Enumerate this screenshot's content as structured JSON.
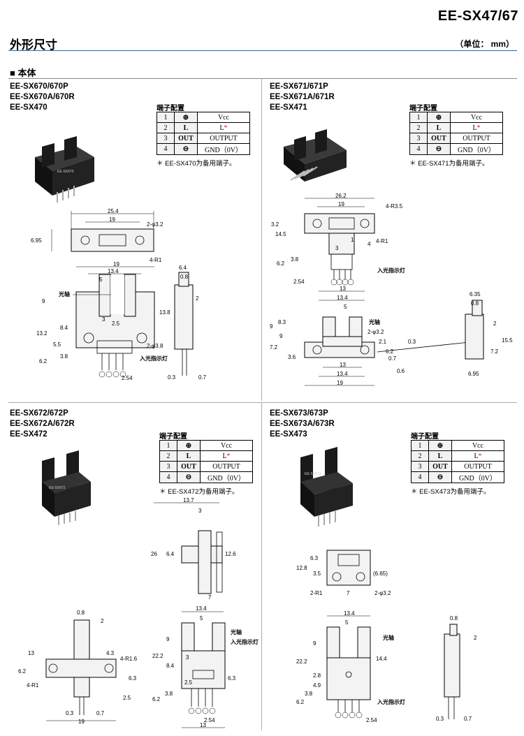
{
  "header": {
    "product": "EE-SX47/67"
  },
  "section": {
    "title": "外形尺寸",
    "unit": "（单位： mm）",
    "subtitle": "■ 本体"
  },
  "blocks": [
    {
      "models": [
        "EE-SX670/670P",
        "EE-SX670A/670R",
        "EE-SX470"
      ],
      "pin_caption": "端子配置",
      "pins": [
        {
          "no": "1",
          "sym": "⊕",
          "func": "Vcc"
        },
        {
          "no": "2",
          "sym": "L",
          "func": "L",
          "mark": "*"
        },
        {
          "no": "3",
          "sym": "OUT",
          "func": "OUTPUT"
        },
        {
          "no": "4",
          "sym": "⊖",
          "func": "GND（0V）"
        }
      ],
      "note": "＊ EE-SX470为备用端子。",
      "dims": {
        "d1": "25.4",
        "d2": "19",
        "d3": "6.95",
        "d4": "2-φ3.2",
        "d5": "4-R1",
        "d6": "19",
        "d7": "13.4",
        "d8": "5",
        "d9": "光轴",
        "d10": "9",
        "d11": "13.2",
        "d12": "8.4",
        "d13": "5.5",
        "d14": "6.2",
        "d15": "3.8",
        "d16": "3",
        "d17": "2.5",
        "d18": "13.8",
        "d19": "2-φ3.8",
        "d20": "入光指示灯",
        "d21": "2.54",
        "d22": "6.4",
        "d23": "0.8",
        "d24": "2",
        "d25": "0.3",
        "d26": "0.7"
      }
    },
    {
      "models": [
        "EE-SX671/671P",
        "EE-SX671A/671R",
        "EE-SX471"
      ],
      "pin_caption": "端子配置",
      "pins": [
        {
          "no": "1",
          "sym": "⊕",
          "func": "Vcc"
        },
        {
          "no": "2",
          "sym": "L",
          "func": "L",
          "mark": "*"
        },
        {
          "no": "3",
          "sym": "OUT",
          "func": "OUTPUT"
        },
        {
          "no": "4",
          "sym": "⊖",
          "func": "GND（0V）"
        }
      ],
      "note": "＊ EE-SX471为备用端子。",
      "dims": {
        "d1": "26.2",
        "d2": "19",
        "d3": "4-R3.5",
        "d4": "3.2",
        "d5": "14.5",
        "d6": "4",
        "d7": "4-R1",
        "d8": "3",
        "d9": "1",
        "d10": "6.2",
        "d11": "3.8",
        "d12": "入光指示灯",
        "d13": "2.54",
        "d14": "13",
        "d15": "13.4",
        "d16": "5",
        "d17": "光轴",
        "d18": "8.3",
        "d19": "9",
        "d20": "2-φ3.2",
        "d21": "2.1",
        "d22": "0.3",
        "d23": "6.2",
        "d24": "0.7",
        "d25": "7.2",
        "d26": "3.6",
        "d27": "13",
        "d28": "13.4",
        "d29": "19",
        "d30": "0.6",
        "d31": "6.35",
        "d32": "0.8",
        "d33": "2",
        "d34": "15.5",
        "d35": "7.2",
        "d36": "6.95",
        "d37": "9"
      }
    },
    {
      "models": [
        "EE-SX672/672P",
        "EE-SX672A/672R",
        "EE-SX472"
      ],
      "pin_caption": "端子配置",
      "pins": [
        {
          "no": "1",
          "sym": "⊕",
          "func": "Vcc"
        },
        {
          "no": "2",
          "sym": "L",
          "func": "L",
          "mark": "*"
        },
        {
          "no": "3",
          "sym": "OUT",
          "func": "OUTPUT"
        },
        {
          "no": "4",
          "sym": "⊖",
          "func": "GND（0V）"
        }
      ],
      "note": "＊ EE-SX472为备用端子。",
      "dims": {
        "d1": "13.7",
        "d2": "3",
        "d3": "26",
        "d4": "6.4",
        "d5": "12.6",
        "d6": "7",
        "d7": "0.8",
        "d8": "2",
        "d9": "13",
        "d10": "4.3",
        "d11": "4-R1.6",
        "d12": "6.2",
        "d13": "6.3",
        "d14": "4-R1",
        "d15": "2.5",
        "d16": "0.3",
        "d17": "0.7",
        "d18": "19",
        "d19": "13.4",
        "d20": "5",
        "d21": "光轴",
        "d22": "入光指示灯",
        "d23": "9",
        "d24": "22.2",
        "d25": "8.4",
        "d26": "3",
        "d27": "2.5",
        "d28": "6.3",
        "d29": "3.8",
        "d30": "6.2",
        "d31": "2.54",
        "d32": "13"
      }
    },
    {
      "models": [
        "EE-SX673/673P",
        "EE-SX673A/673R",
        "EE-SX473"
      ],
      "pin_caption": "端子配置",
      "pins": [
        {
          "no": "1",
          "sym": "⊕",
          "func": "Vcc"
        },
        {
          "no": "2",
          "sym": "L",
          "func": "L",
          "mark": "*"
        },
        {
          "no": "3",
          "sym": "OUT",
          "func": "OUTPUT"
        },
        {
          "no": "4",
          "sym": "⊖",
          "func": "GND（0V）"
        }
      ],
      "note": "＊ EE-SX473为备用端子。",
      "dims": {
        "d1": "6.3",
        "d2": "12.8",
        "d3": "3.5",
        "d4": "(6.65)",
        "d5": "2-R1",
        "d6": "7",
        "d7": "2-φ3.2",
        "d8": "13.4",
        "d9": "5",
        "d10": "9",
        "d11": "光轴",
        "d12": "22.2",
        "d13": "14.4",
        "d14": "2.8",
        "d15": "4.9",
        "d16": "3.8",
        "d17": "6.2",
        "d18": "入光指示灯",
        "d19": "2.54",
        "d20": "0.8",
        "d21": "2",
        "d22": "0.3",
        "d23": "0.7"
      }
    }
  ]
}
